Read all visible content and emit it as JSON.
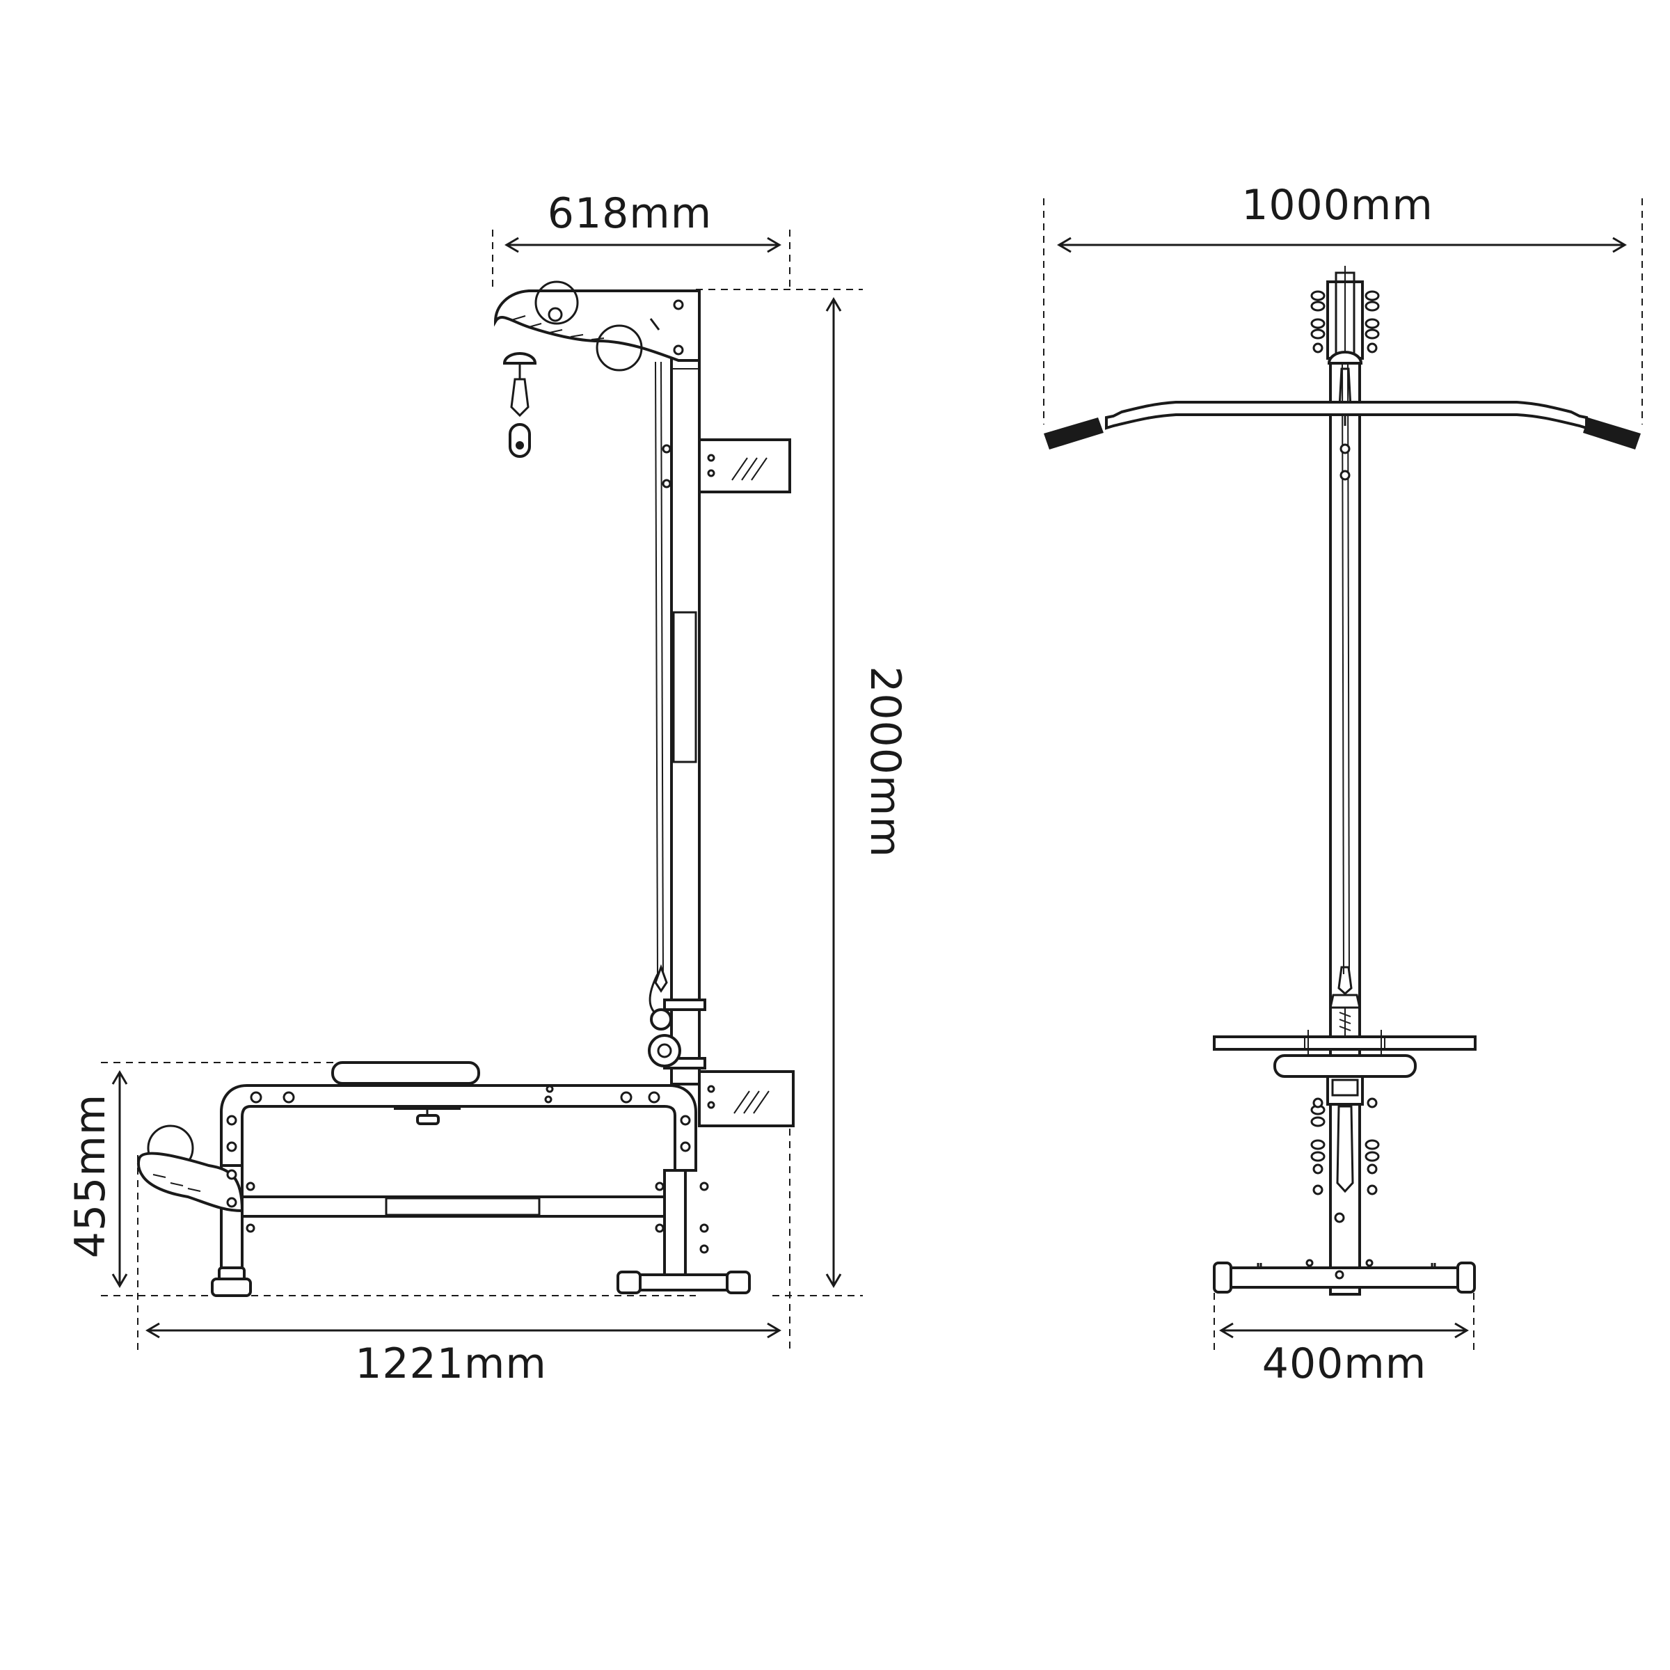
{
  "dimensions": {
    "top_depth": "618mm",
    "total_height": "2000mm",
    "seat_height": "455mm",
    "total_length": "1221mm",
    "bar_width": "1000mm",
    "base_width": "400mm"
  },
  "colors": {
    "line": "#1a1a1a",
    "background": "#ffffff"
  }
}
